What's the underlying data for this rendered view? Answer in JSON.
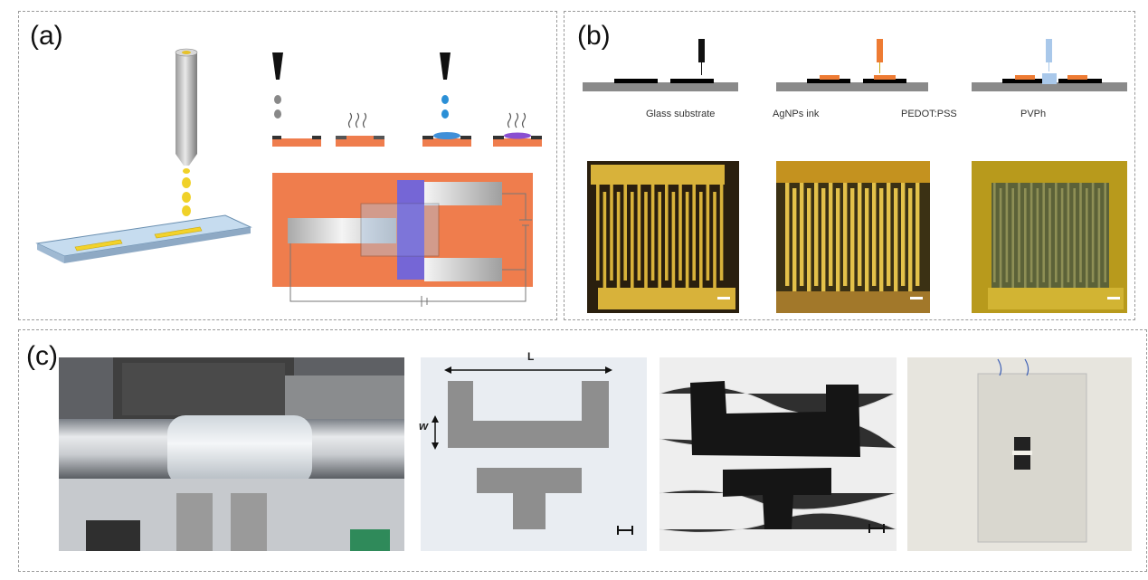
{
  "panels": {
    "a": {
      "label": "(a)"
    },
    "b": {
      "label": "(b)",
      "legend": [
        {
          "name": "Glass substrate",
          "color": "#8a8a8a"
        },
        {
          "name": "AgNPs ink",
          "color": "#000000"
        },
        {
          "name": "PEDOT:PSS",
          "color": "#a9c8ea"
        },
        {
          "name": "PVPh",
          "color": "#ee7b33"
        }
      ]
    },
    "c": {
      "label": "(c)",
      "dim_length": "L",
      "dim_width": "w"
    }
  },
  "colors": {
    "orange": "#ef7d4d",
    "purple": "#7566d6",
    "gold": "#d9a828",
    "glass_blue": "#a9c8ea"
  }
}
